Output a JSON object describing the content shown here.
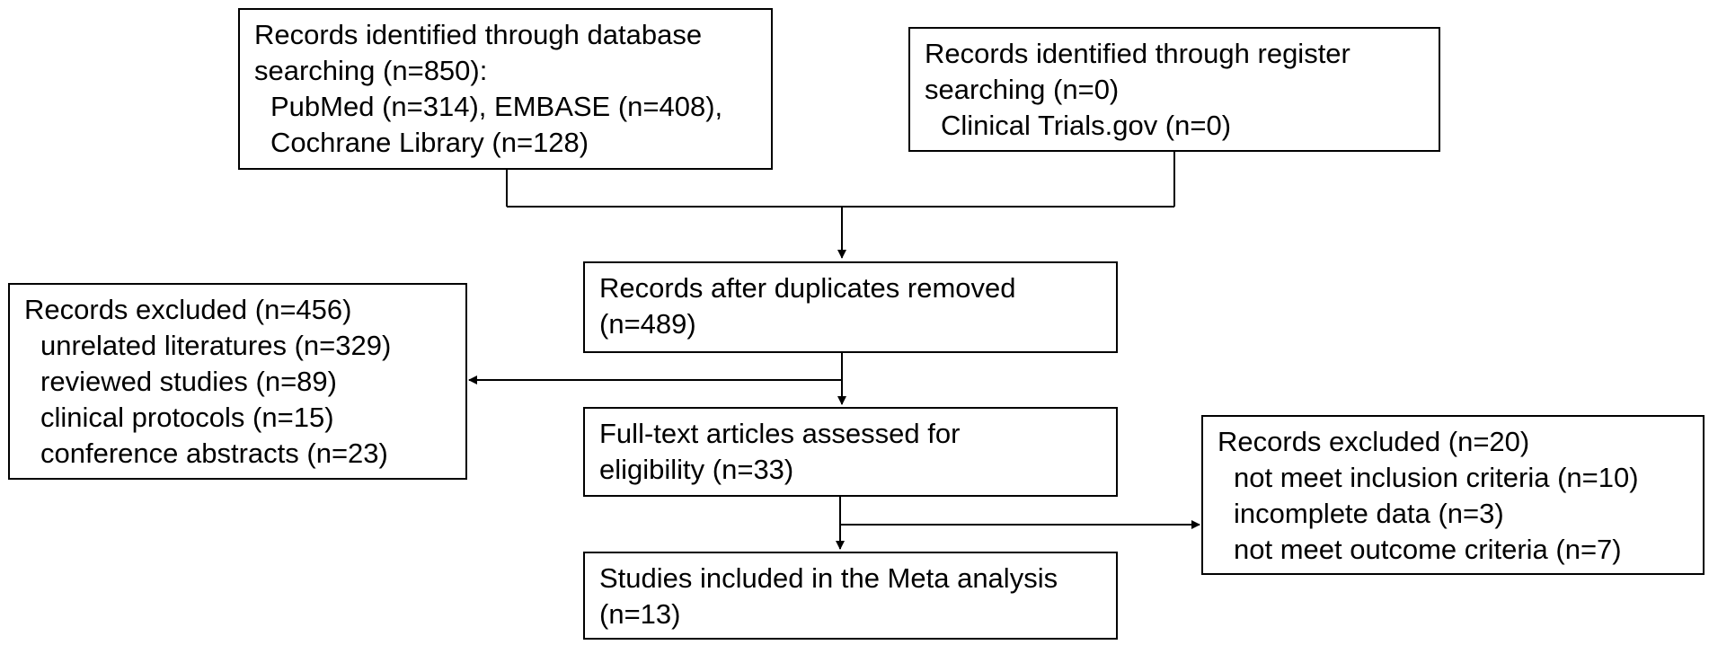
{
  "boxes": {
    "database_search": {
      "lines": [
        "Records identified through database",
        "searching (n=850):",
        "PubMed (n=314), EMBASE (n=408),",
        "Cochrane Library (n=128)"
      ]
    },
    "register_search": {
      "lines": [
        "Records identified through register",
        "searching (n=0)",
        "Clinical Trials.gov (n=0)"
      ]
    },
    "after_duplicates": {
      "lines": [
        "Records after duplicates removed",
        "(n=489)"
      ]
    },
    "excluded_screening": {
      "lines": [
        "Records excluded (n=456)",
        "unrelated literatures (n=329)",
        "reviewed studies (n=89)",
        "clinical protocols (n=15)",
        "conference abstracts (n=23)"
      ]
    },
    "full_text": {
      "lines": [
        "Full-text articles assessed for",
        "eligibility (n=33)"
      ]
    },
    "excluded_full_text": {
      "lines": [
        "Records excluded (n=20)",
        "not meet inclusion criteria (n=10)",
        "incomplete data (n=3)",
        "not meet outcome criteria (n=7)"
      ]
    },
    "included": {
      "lines": [
        "Studies included in the Meta analysis",
        "(n=13)"
      ]
    }
  }
}
